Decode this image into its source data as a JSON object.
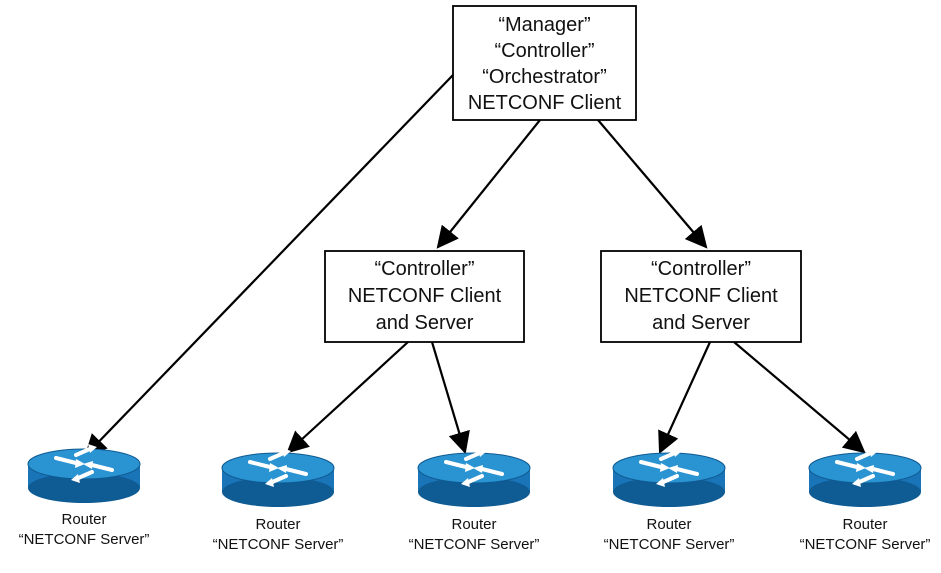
{
  "diagram": {
    "colors": {
      "line": "#000000",
      "box_border": "#000000",
      "box_fill": "#ffffff",
      "router_body": "#1a75b8",
      "router_top": "#2a93d2",
      "router_side_dark": "#0f5b93",
      "router_arrows": "#ffffff"
    },
    "manager": {
      "line1": "“Manager”",
      "line2": "“Controller”",
      "line3": "“Orchestrator”",
      "line4": "NETCONF Client"
    },
    "controllers": [
      {
        "line1": "“Controller”",
        "line2": "NETCONF Client",
        "line3": "and Server"
      },
      {
        "line1": "“Controller”",
        "line2": "NETCONF Client",
        "line3": "and Server"
      }
    ],
    "routers": [
      {
        "label": "Router",
        "sublabel": "“NETCONF Server”"
      },
      {
        "label": "Router",
        "sublabel": "“NETCONF Server”"
      },
      {
        "label": "Router",
        "sublabel": "“NETCONF Server”"
      },
      {
        "label": "Router",
        "sublabel": "“NETCONF Server”"
      },
      {
        "label": "Router",
        "sublabel": "“NETCONF Server”"
      }
    ]
  }
}
